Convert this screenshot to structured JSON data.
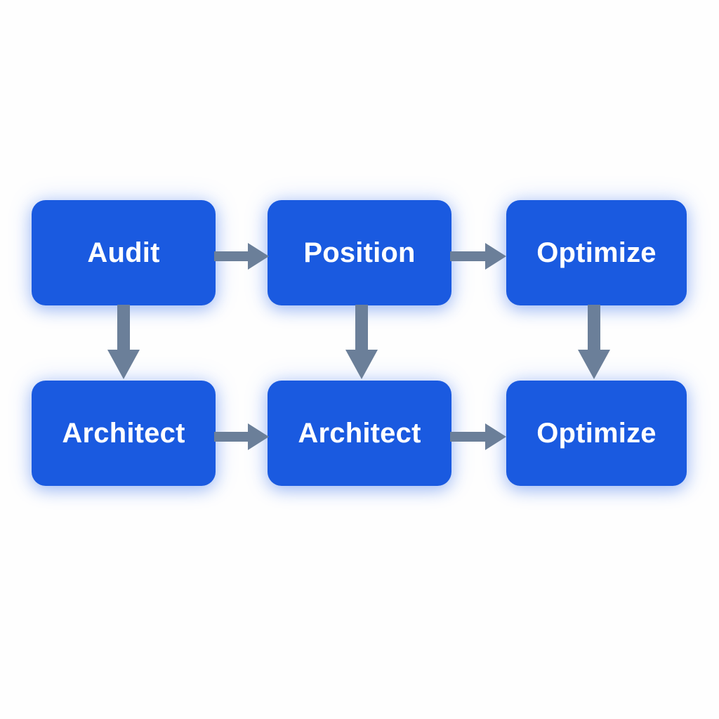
{
  "diagram": {
    "type": "flowchart",
    "title": "",
    "background_color": "#fefefe",
    "node_color": "#1a5ae0",
    "node_text_color": "#ffffff",
    "arrow_color": "#6b7f99",
    "rows": 2,
    "columns": 3,
    "nodes": [
      {
        "id": "audit",
        "label": "Audit",
        "row": 1,
        "col": 1
      },
      {
        "id": "position",
        "label": "Position",
        "row": 1,
        "col": 2
      },
      {
        "id": "optimize-1",
        "label": "Optimize",
        "row": 1,
        "col": 3
      },
      {
        "id": "architect-1",
        "label": "Architect",
        "row": 2,
        "col": 1
      },
      {
        "id": "architect-2",
        "label": "Architect",
        "row": 2,
        "col": 2
      },
      {
        "id": "optimize-2",
        "label": "Optimize",
        "row": 2,
        "col": 3
      }
    ],
    "edges": [
      {
        "from": "audit",
        "to": "position",
        "direction": "right"
      },
      {
        "from": "position",
        "to": "optimize-1",
        "direction": "right"
      },
      {
        "from": "architect-1",
        "to": "architect-2",
        "direction": "right"
      },
      {
        "from": "architect-2",
        "to": "optimize-2",
        "direction": "right"
      },
      {
        "from": "audit",
        "to": "architect-1",
        "direction": "down"
      },
      {
        "from": "position",
        "to": "architect-2",
        "direction": "down"
      },
      {
        "from": "optimize-1",
        "to": "optimize-2",
        "direction": "down"
      }
    ]
  }
}
